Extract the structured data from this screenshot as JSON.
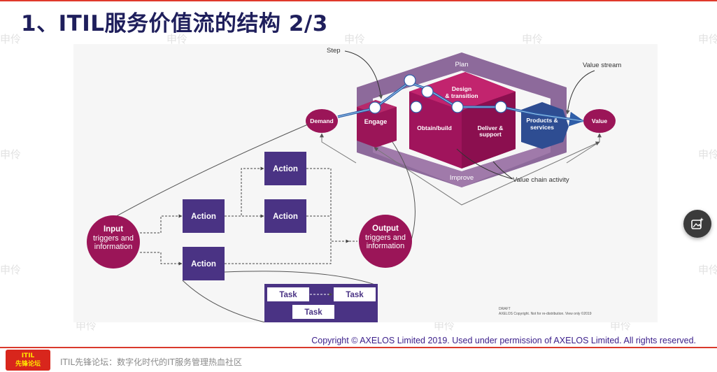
{
  "slide": {
    "title": "1、ITIL服务价值流的结构 2/3",
    "copyright": "Copyright © AXELOS Limited 2019. Used under permission of AXELOS Limited. All rights reserved.",
    "watermark": "申伶"
  },
  "footer": {
    "logo_line1": "ITIL",
    "logo_line2": "先锋论坛",
    "text": "ITIL先锋论坛：数字化时代的IT服务管理热血社区"
  },
  "diagram": {
    "callouts": {
      "step": "Step",
      "value_stream": "Value stream",
      "value_chain_activity": "Value chain activity"
    },
    "svc": {
      "plan": "Plan",
      "improve": "Improve",
      "engage": "Engage",
      "design_1": "Design",
      "design_2": "& transition",
      "obtain": "Obtain/build",
      "deliver_1": "Deliver &",
      "deliver_2": "support",
      "products_1": "Products &",
      "products_2": "services",
      "demand": "Demand",
      "value": "Value"
    },
    "input": {
      "line1": "Input",
      "line2": "triggers and",
      "line3": "information"
    },
    "output": {
      "line1": "Output",
      "line2": "triggers and",
      "line3": "information"
    },
    "actions": {
      "a1": "Action",
      "a2": "Action",
      "a3": "Action",
      "a4": "Action"
    },
    "tasks": {
      "t1": "Task",
      "t2": "Task",
      "t3": "Task"
    },
    "draft": {
      "line1": "DRAFT",
      "line2": "AXELOS Copyright. Not for re-distribution. View only ©2019"
    }
  },
  "colors": {
    "title": "#1f1f5c",
    "magenta": "#9b1558",
    "purple": "#4a3384",
    "light_purple": "#a07aaa",
    "blue_hex": "#2e4d92",
    "stream_line": "#2f5ea8",
    "copyright": "#3a1d8a",
    "accent_red": "#d93a2b"
  },
  "icons": {
    "fab": "image-sparkle-icon"
  }
}
